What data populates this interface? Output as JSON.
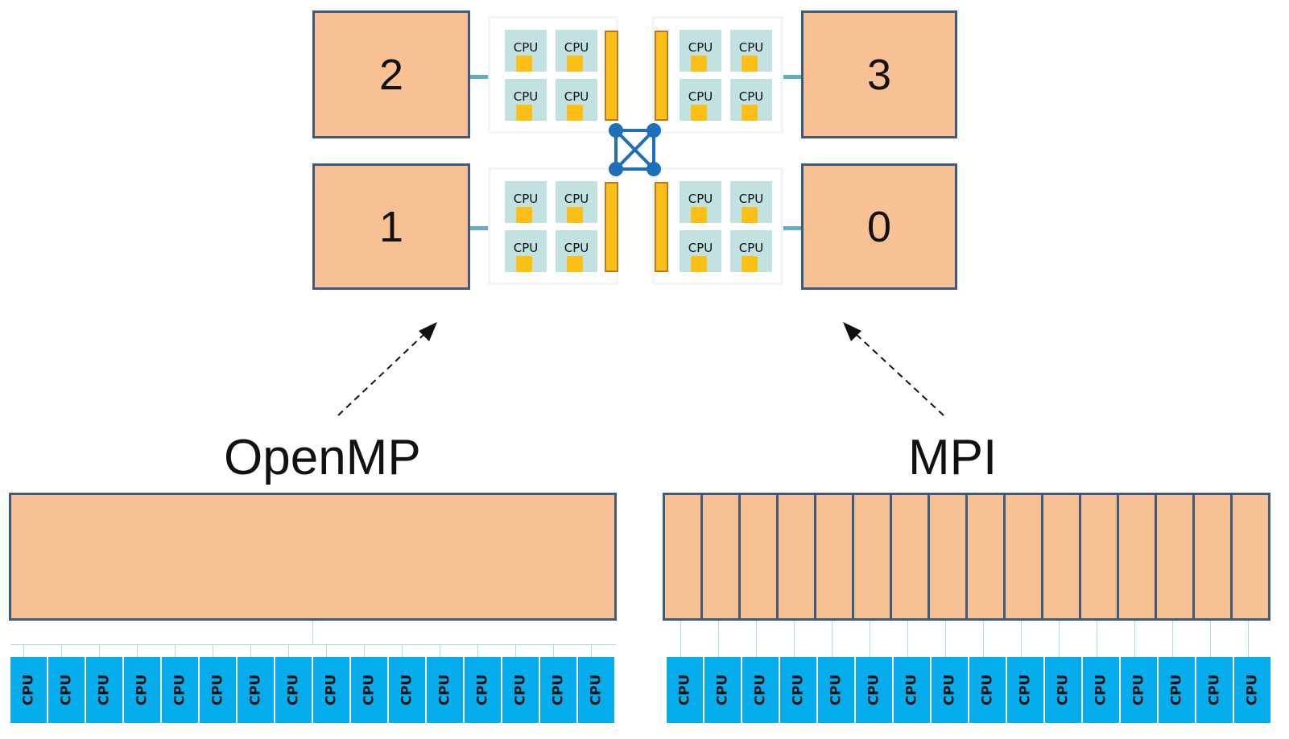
{
  "numa_nodes": [
    {
      "label": "2"
    },
    {
      "label": "3"
    },
    {
      "label": "1"
    },
    {
      "label": "0"
    }
  ],
  "cpu_label": "CPU",
  "openmp": {
    "label": "OpenMP",
    "cpu_count": 16
  },
  "mpi": {
    "label": "MPI",
    "rank_count": 16,
    "cpu_count": 16
  },
  "colors": {
    "memory": "#f8c194",
    "memory_border": "#3d5a80",
    "core": "#c2e1e1",
    "cache": "#fbbf16",
    "cpu": "#06adec",
    "interconnect": "#1f6fb8"
  },
  "icons": [
    "dashed-arrow-icon",
    "interconnect-icon"
  ]
}
